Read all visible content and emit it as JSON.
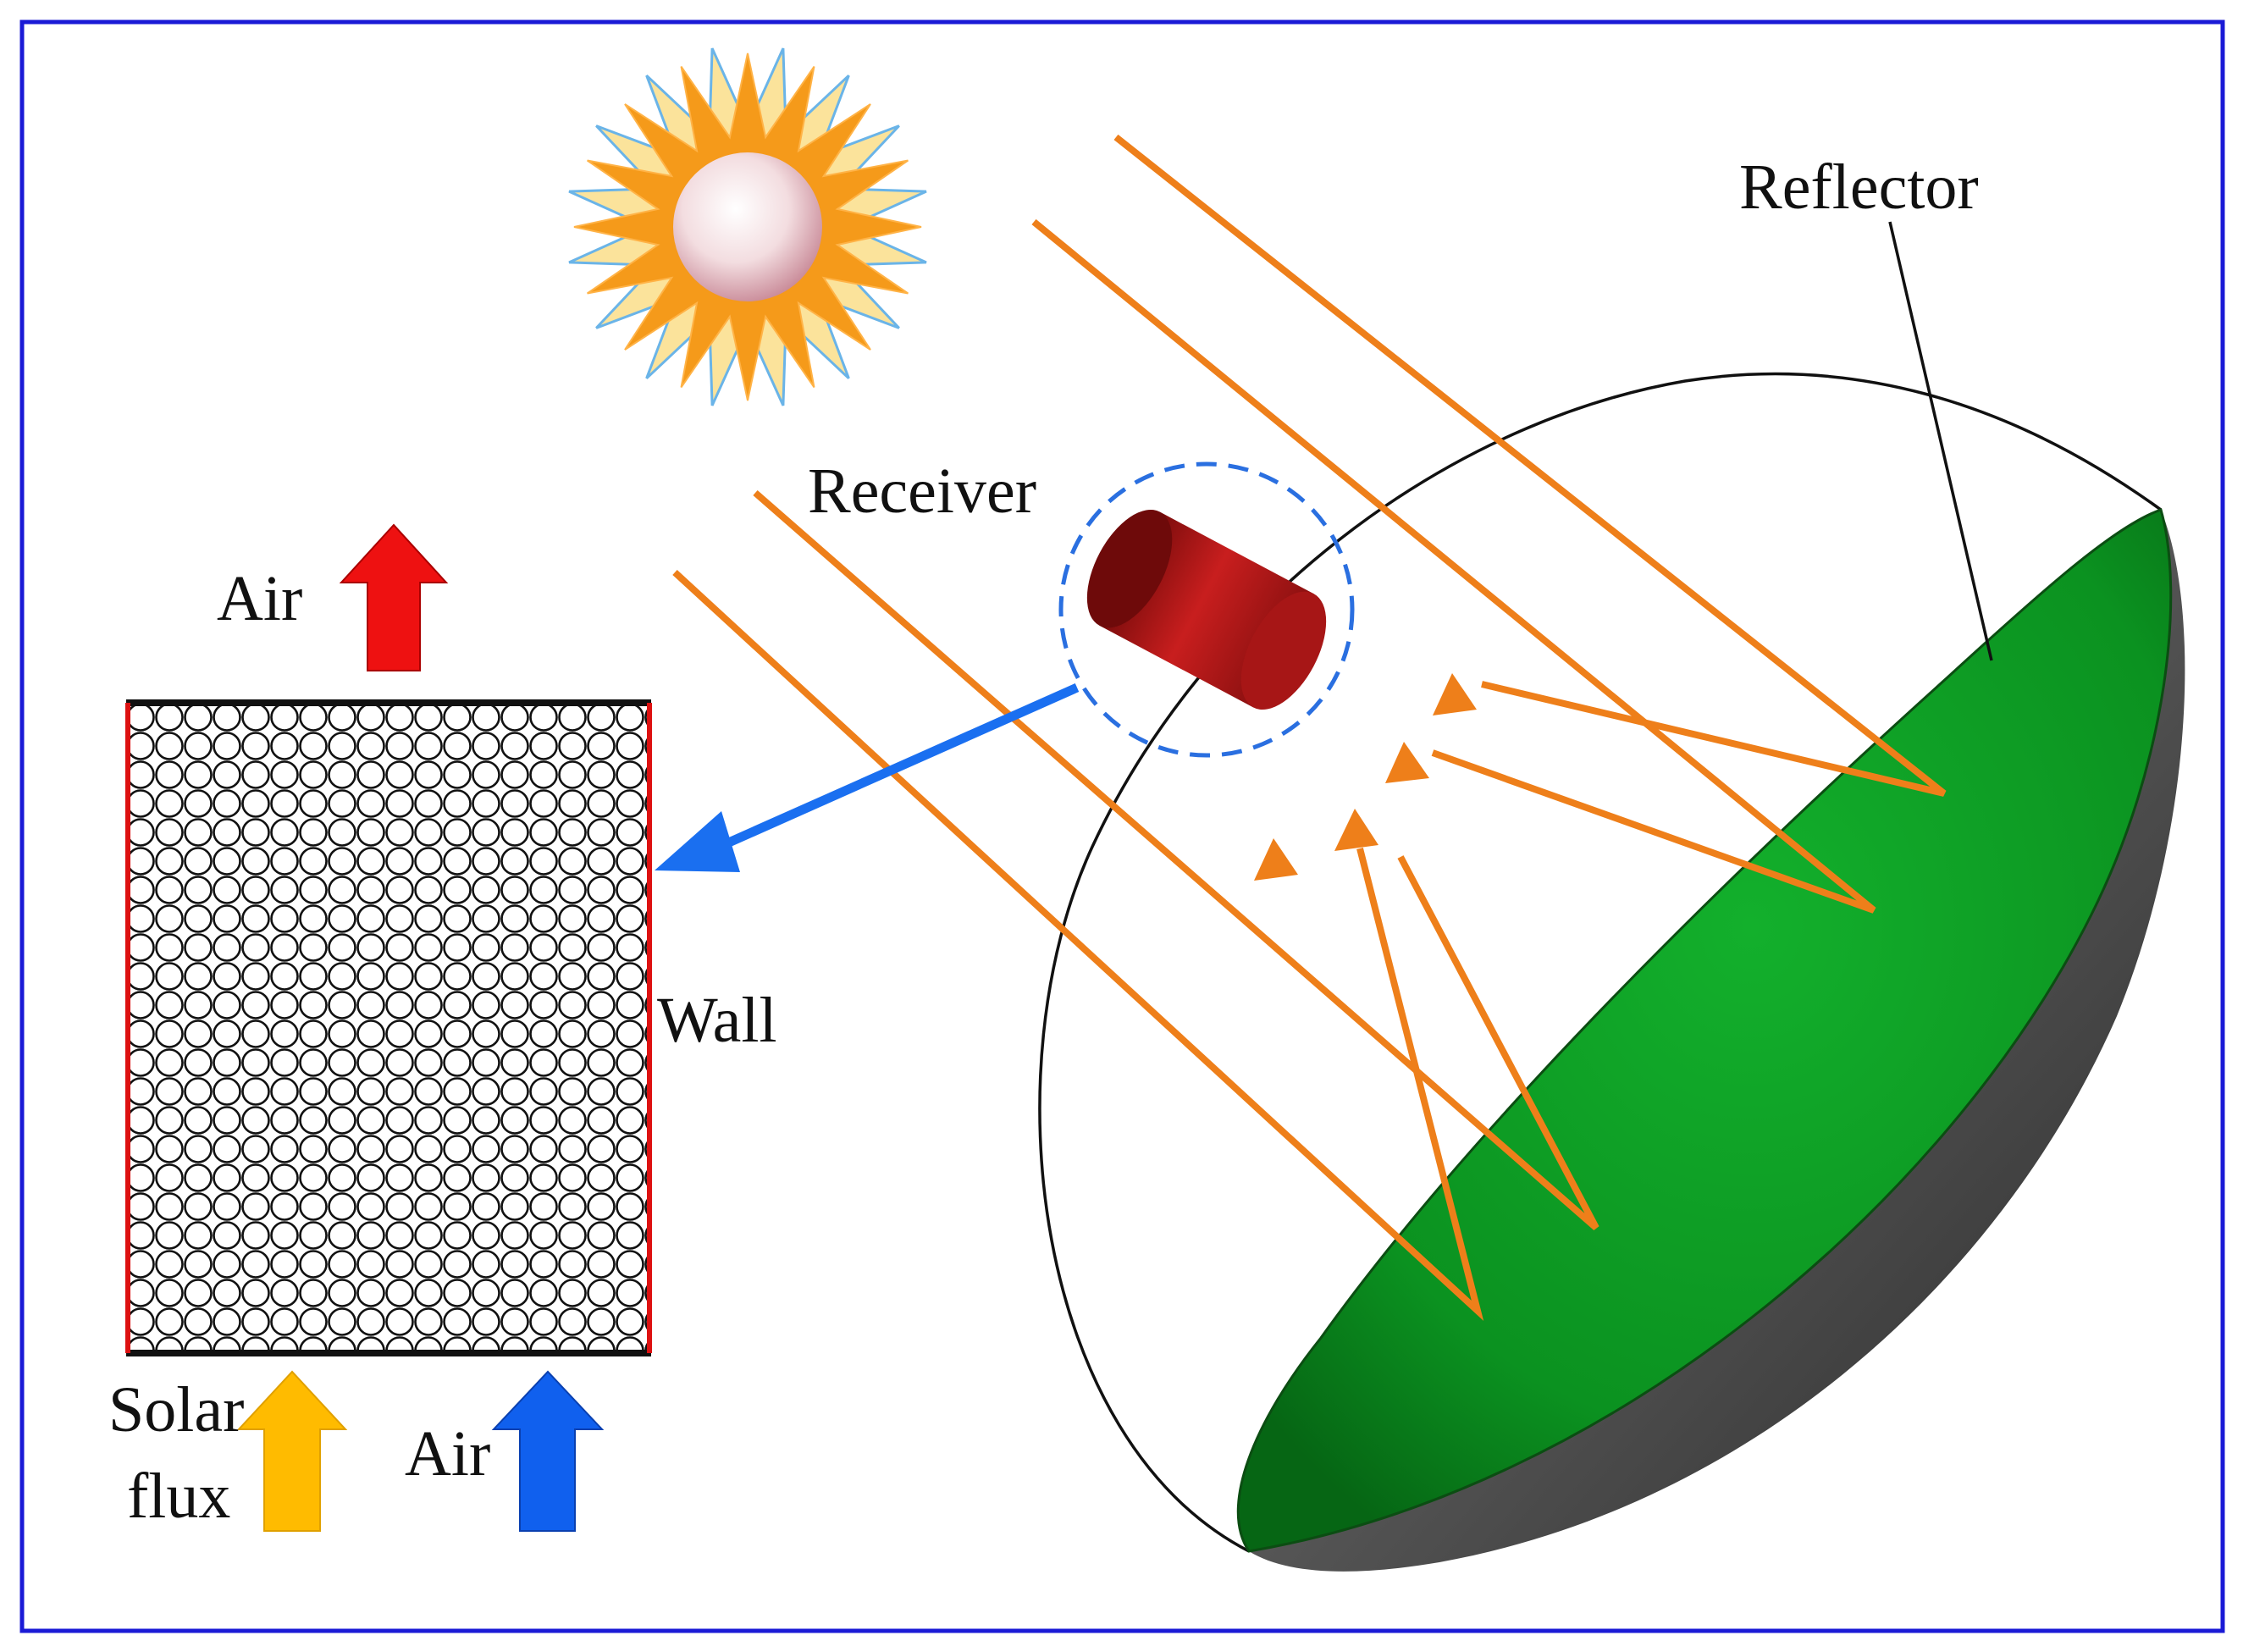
{
  "labels": {
    "reflector": "Reflector",
    "receiver": "Receiver",
    "air_top": "Air",
    "wall": "Wall",
    "solar_line1": "Solar",
    "solar_line2": "flux",
    "air_bottom": "Air"
  },
  "colors": {
    "frame": "#1a1ad6",
    "rays": "#ee7f1a",
    "reflector_green": "#0c9a1e",
    "reflector_shell": "#3a3a3a",
    "receiver": "#b01818",
    "air_out_arrow": "#ee1111",
    "air_in_arrow": "#1060ee",
    "solar_arrow": "#ffbb00",
    "zoom_arrow": "#1a6ff0",
    "wall": "#dd1111"
  },
  "icons": [
    "sun-icon"
  ]
}
